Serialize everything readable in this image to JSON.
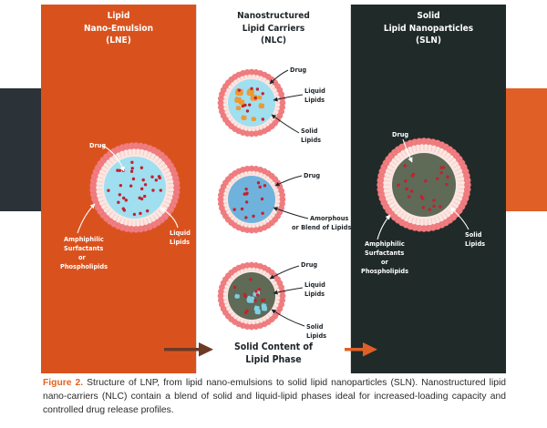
{
  "panels": {
    "lne": {
      "title_lines": [
        "Lipid",
        "Nano-Emulsion",
        "(LNE)"
      ]
    },
    "nlc": {
      "title_lines": [
        "Nanostructured",
        "Lipid Carriers",
        "(NLC)"
      ]
    },
    "sln": {
      "title_lines": [
        "Solid",
        "Lipid Nanoparticles",
        "(SLN)"
      ]
    }
  },
  "labels": {
    "lne": {
      "drug": "Drug",
      "amphiphilic": [
        "Amphiphilic",
        "Surfactants",
        "or",
        "Phospholipids"
      ],
      "liquid": [
        "Liquid",
        "Lipids"
      ]
    },
    "nlc1": {
      "drug": "Drug",
      "liquid": [
        "Liquid",
        "Lipids"
      ],
      "solid": [
        "Solid",
        "Lipids"
      ]
    },
    "nlc2": {
      "drug": "Drug",
      "amorphous": [
        "Amorphous",
        "or Blend of Lipids"
      ]
    },
    "nlc3": {
      "drug": "Drug",
      "liquid": [
        "Liquid",
        "Lipids"
      ],
      "solid": [
        "Solid",
        "Lipids"
      ]
    },
    "sln": {
      "drug": "Drug",
      "amphiphilic": [
        "Amphiphilic",
        "Surfactants",
        "or",
        "Phospholipids"
      ],
      "solid": [
        "Solid",
        "Lipids"
      ]
    }
  },
  "solid_content": [
    "Solid Content of",
    "Lipid Phase"
  ],
  "caption": {
    "label": "Figure 2.",
    "text": "Structure of LNP, from lipid nano-emulsions to solid lipid nanoparticles (SLN). Nanostructured lipid nano-carriers (NLC) contain a blend of solid and liquid-lipid phases ideal for increased-loading capacity and controlled drug release profiles."
  },
  "colors": {
    "lne_panel": "#d9521e",
    "sln_panel": "#1f2a29",
    "accent_orange": "#df5f26",
    "dark_band": "#2b3238",
    "shell": "#f07d80",
    "liquid_core": "#9fdff0",
    "solid_core": "#5f6a57",
    "drug_dot": "#c5202e",
    "liquid_blob": "#7fd4ea",
    "solid_blob": "#f1952a",
    "arrow": "#6b3a27"
  }
}
